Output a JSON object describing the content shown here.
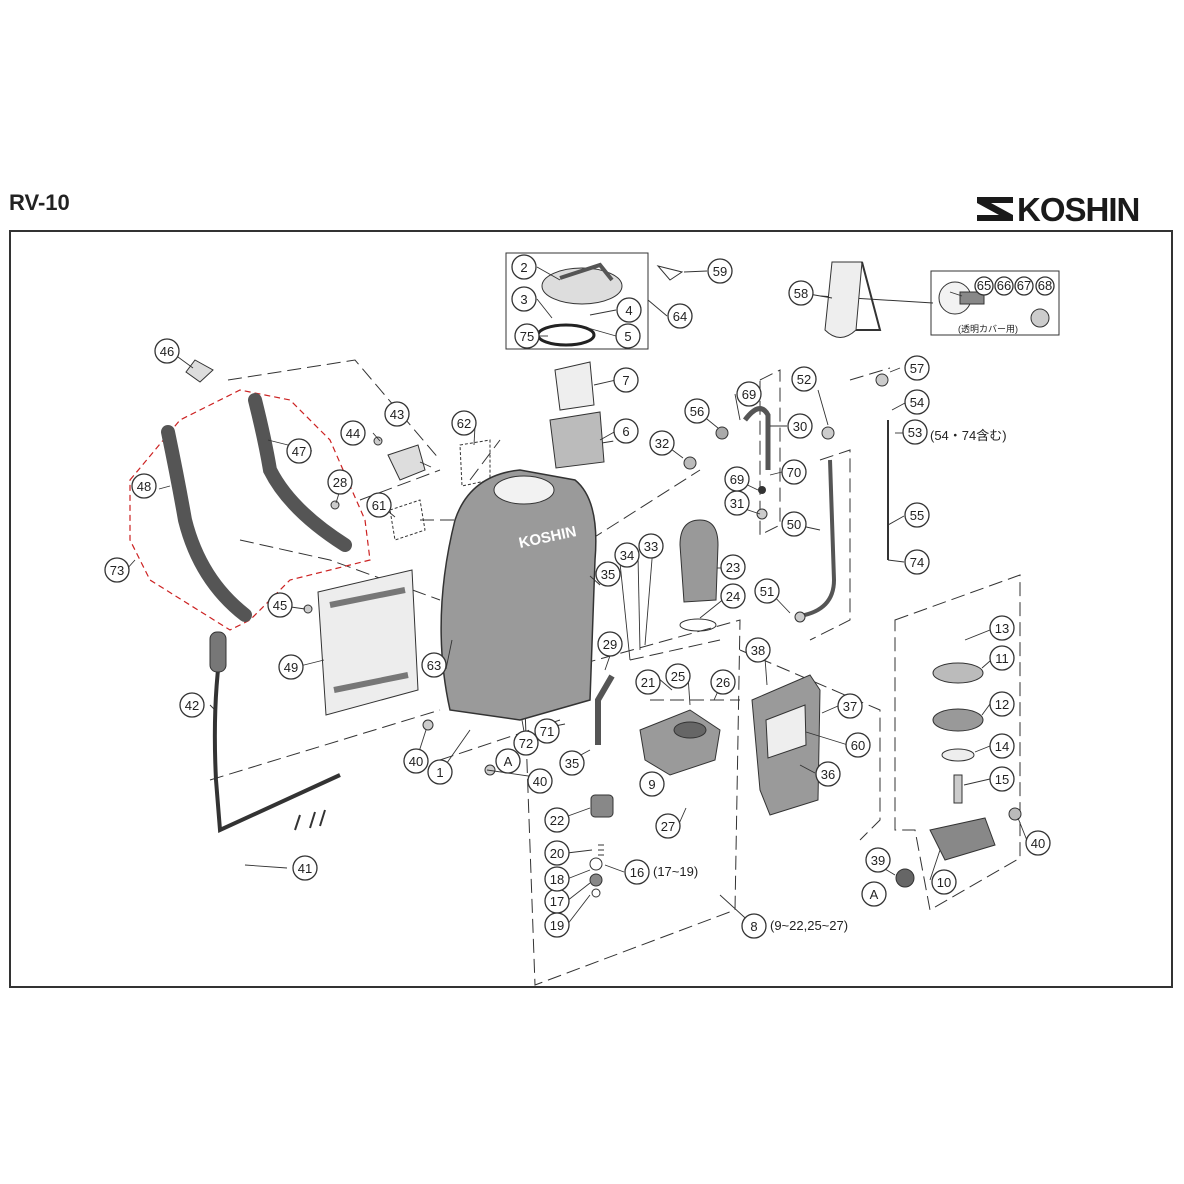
{
  "header": {
    "model": "RV-10",
    "brand": "KOSHIN"
  },
  "notes": {
    "part53": "(54・74含む)",
    "part16": "(17~19)",
    "part8": "(9~22,25~27)",
    "cover": "(透明カバー用)"
  },
  "callouts": [
    "1",
    "2",
    "3",
    "4",
    "5",
    "6",
    "7",
    "8",
    "9",
    "10",
    "11",
    "12",
    "13",
    "14",
    "15",
    "16",
    "17",
    "18",
    "19",
    "20",
    "21",
    "22",
    "23",
    "24",
    "25",
    "26",
    "27",
    "28",
    "29",
    "30",
    "31",
    "32",
    "33",
    "34",
    "35",
    "36",
    "37",
    "38",
    "39",
    "40",
    "41",
    "42",
    "43",
    "44",
    "45",
    "46",
    "47",
    "48",
    "49",
    "50",
    "51",
    "52",
    "53",
    "54",
    "55",
    "56",
    "57",
    "58",
    "59",
    "60",
    "61",
    "62",
    "63",
    "64",
    "65",
    "66",
    "67",
    "68",
    "69",
    "70",
    "71",
    "72",
    "73",
    "74",
    "75",
    "A"
  ],
  "colors": {
    "line": "#333333",
    "red_dash": "#cc2222",
    "part_fill": "#8a8a8a"
  }
}
